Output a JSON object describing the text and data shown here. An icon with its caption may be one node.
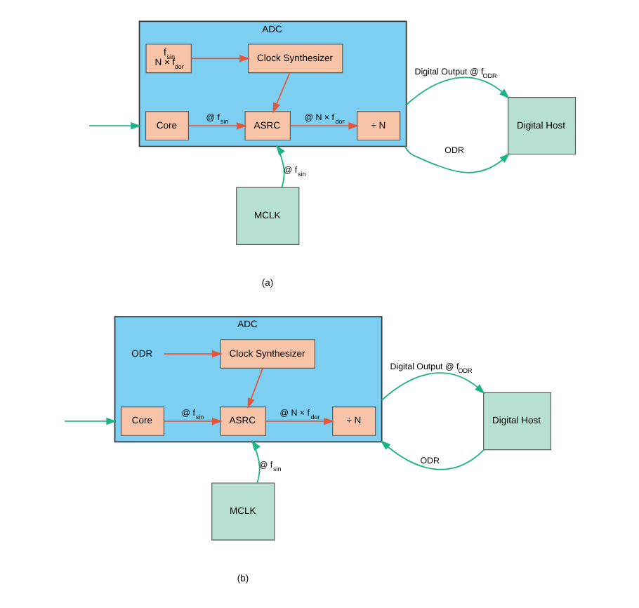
{
  "diagram": {
    "nodes": [
      {
        "text": [
          "ADC"
        ]
      },
      {
        "text": [
          "Clock Synthesizer"
        ],
        "in": 0
      },
      {
        "text": [
          "f$_{sin}$",
          "N × f$_{dor}$"
        ],
        "in": 0
      },
      {
        "text": [
          "Core"
        ],
        "in": 0
      },
      {
        "text": [
          "ASRC"
        ],
        "in": 0
      },
      {
        "text": [
          "÷ N"
        ],
        "in": 0
      },
      {
        "text": [
          "Digital Host"
        ]
      },
      {
        "text": [
          "MCLK"
        ]
      },
      {
        "text": [
          "ADC"
        ]
      },
      {
        "text": [
          "Clock Synthesizer"
        ],
        "in": 8
      },
      {
        "text": [
          "ODR"
        ],
        "in": 8
      },
      {
        "text": [
          "Core"
        ],
        "in": 8
      },
      {
        "text": [
          "ASRC"
        ],
        "in": 8
      },
      {
        "text": [
          "÷ N"
        ],
        "in": 8
      },
      {
        "text": [
          "Digital Host"
        ]
      },
      {
        "text": [
          "MCLK"
        ]
      }
    ],
    "edges": [
      {
        "from": null,
        "to": 0,
        "arrow": "to",
        "color": "#1db386"
      },
      {
        "from": 3,
        "to": 4,
        "arrow": "to",
        "label": "@ f$_{sin}$",
        "color": "#e8553a"
      },
      {
        "from": 4,
        "to": 5,
        "arrow": "to",
        "label": "@ N × f$_{dor}$",
        "color": "#e8553a"
      },
      {
        "from": 1,
        "to": 4,
        "arrow": "to",
        "color": "#e8553a"
      },
      {
        "from": 2,
        "to": 1,
        "arrow": "to",
        "color": "#e8553a"
      },
      {
        "from": 0,
        "to": 6,
        "arrow": "to",
        "label": "Digital Output @ f$_{ODR}$",
        "color": "#1db386"
      },
      {
        "from": 0,
        "to": 6,
        "arrow": "to",
        "label": "ODR",
        "color": "#1db386"
      },
      {
        "from": 7,
        "to": 0,
        "arrow": "to",
        "label": "@ f$_{sin}$",
        "color": "#1db386"
      },
      {
        "from": null,
        "to": 8,
        "arrow": "to",
        "color": "#1db386"
      },
      {
        "from": 11,
        "to": 12,
        "arrow": "to",
        "label": "@ f$_{sin}$",
        "color": "#e8553a"
      },
      {
        "from": 12,
        "to": 13,
        "arrow": "to",
        "label": "@ N × f$_{dor}$",
        "color": "#e8553a"
      },
      {
        "from": 9,
        "to": 12,
        "arrow": "to",
        "color": "#e8553a"
      },
      {
        "from": 10,
        "to": 9,
        "arrow": "to",
        "color": "#e8553a"
      },
      {
        "from": 8,
        "to": 14,
        "arrow": "to",
        "label": "Digital Output @ f$_{ODR}$",
        "color": "#1db386"
      },
      {
        "from": 14,
        "to": 8,
        "arrow": "to",
        "label": "ODR",
        "color": "#1db386"
      },
      {
        "from": 15,
        "to": 8,
        "arrow": "to",
        "label": "@ f$_{sin}$",
        "color": "#1db386"
      }
    ],
    "labels": [
      "(a)",
      "(b)"
    ]
  }
}
